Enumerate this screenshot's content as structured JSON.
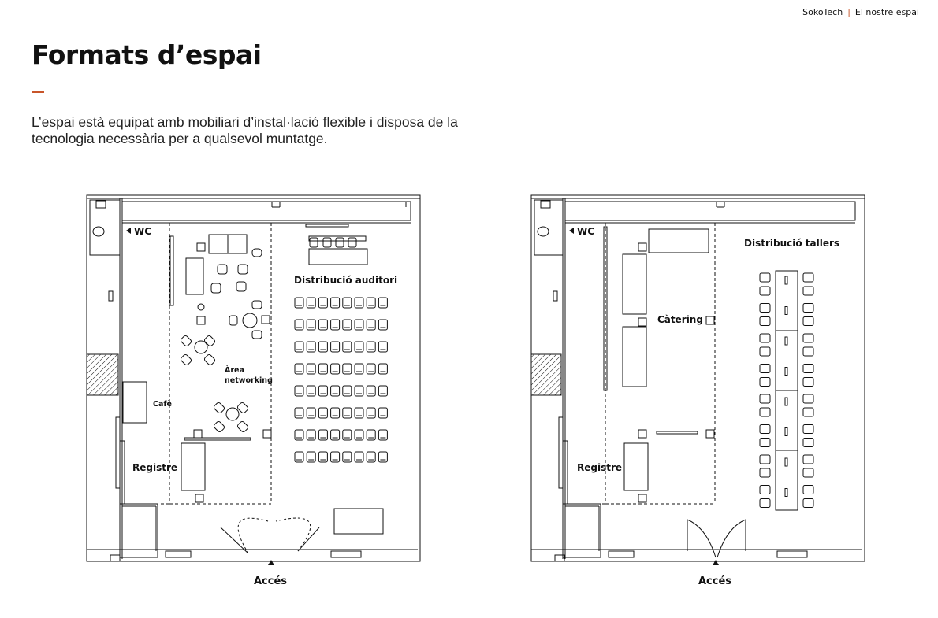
{
  "header": {
    "brand": "SokoTech",
    "separator": "|",
    "section": "El nostre espai"
  },
  "page": {
    "title": "Formats d’espai",
    "intro_line1": "L’espai està equipat amb mobiliari d’instal·lació flexible i disposa de la",
    "intro_line2": "tecnologia necessària per a qualsevol muntatge."
  },
  "plans": [
    {
      "wc": "WC",
      "cafe": "Cafè",
      "area_line1": "Àrea",
      "area_line2": "networking",
      "distribution": "Distribució auditori",
      "registre": "Registre",
      "acces": "Accés"
    },
    {
      "wc": "WC",
      "catering": "Càtering",
      "distribution": "Distribució tallers",
      "registre": "Registre",
      "acces": "Accés"
    }
  ],
  "colors": {
    "accent": "#c8552a",
    "line": "#111111"
  }
}
